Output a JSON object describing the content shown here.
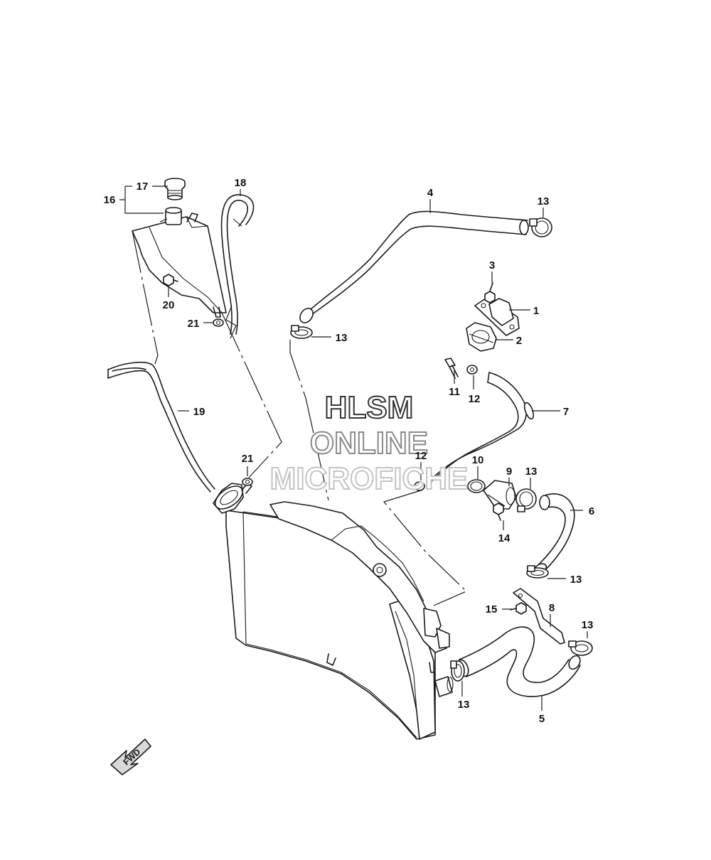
{
  "callouts": [
    {
      "id": "c1",
      "label": "1"
    },
    {
      "id": "c2",
      "label": "2"
    },
    {
      "id": "c3",
      "label": "3"
    },
    {
      "id": "c4",
      "label": "4"
    },
    {
      "id": "c5",
      "label": "5"
    },
    {
      "id": "c6",
      "label": "6"
    },
    {
      "id": "c7",
      "label": "7"
    },
    {
      "id": "c8",
      "label": "8"
    },
    {
      "id": "c9",
      "label": "9"
    },
    {
      "id": "c10",
      "label": "10"
    },
    {
      "id": "c11",
      "label": "11"
    },
    {
      "id": "c12a",
      "label": "12"
    },
    {
      "id": "c12b",
      "label": "12"
    },
    {
      "id": "c13a",
      "label": "13"
    },
    {
      "id": "c13b",
      "label": "13"
    },
    {
      "id": "c13c",
      "label": "13"
    },
    {
      "id": "c13d",
      "label": "13"
    },
    {
      "id": "c13e",
      "label": "13"
    },
    {
      "id": "c13f",
      "label": "13"
    },
    {
      "id": "c14",
      "label": "14"
    },
    {
      "id": "c15",
      "label": "15"
    },
    {
      "id": "c16",
      "label": "16"
    },
    {
      "id": "c17",
      "label": "17"
    },
    {
      "id": "c18",
      "label": "18"
    },
    {
      "id": "c19",
      "label": "19"
    },
    {
      "id": "c20",
      "label": "20"
    },
    {
      "id": "c21a",
      "label": "21"
    },
    {
      "id": "c21b",
      "label": "21"
    }
  ],
  "watermark": {
    "line1": "HLSM",
    "line2": "ONLINE",
    "line3": "MICROFICHE",
    "line1_color": "#333333",
    "line2_color": "#8a8a8a",
    "line3_color": "#c4c4c4"
  },
  "fwd_arrow": {
    "label": "FWD"
  }
}
